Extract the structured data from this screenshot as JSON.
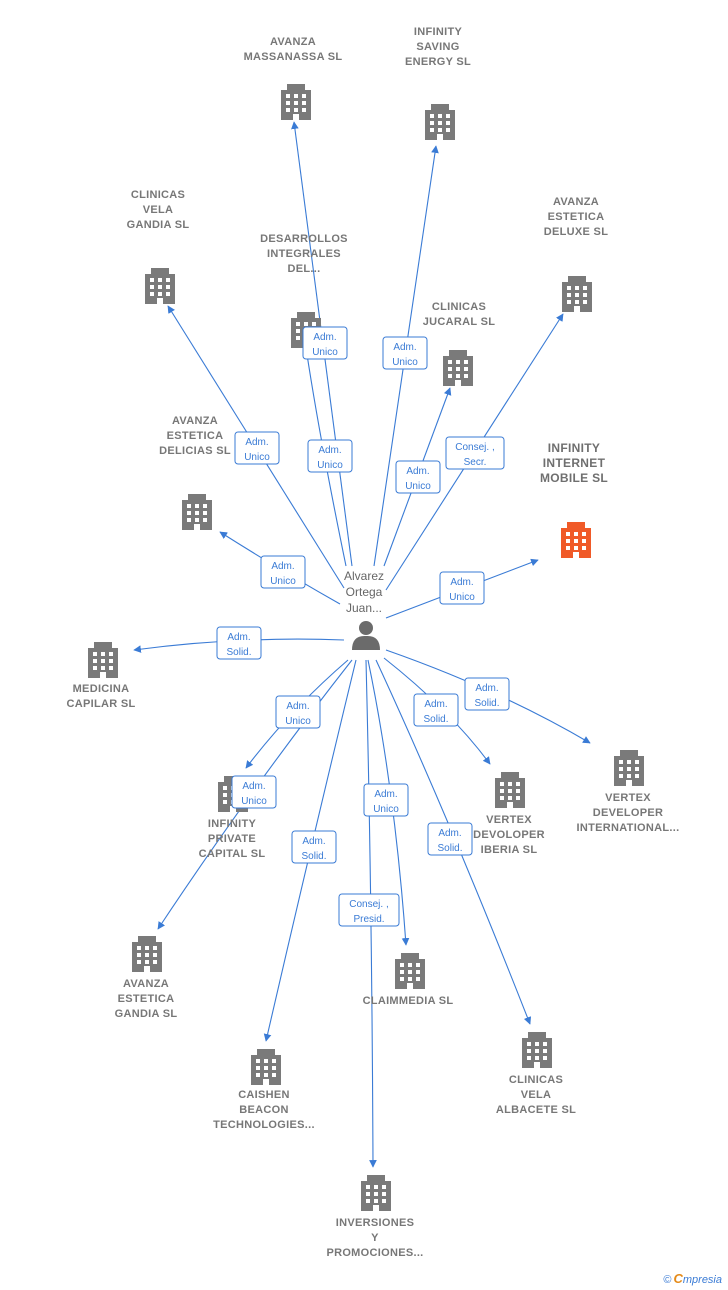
{
  "center": {
    "name_lines": [
      "Alvarez",
      "Ortega",
      "Juan..."
    ]
  },
  "colors": {
    "edge": "#3a7bd5",
    "company": "#7a7a7a",
    "highlight": "#f05a28",
    "person": "#6b6b6b"
  },
  "nodes": [
    {
      "id": "avanza-massanassa",
      "lines": [
        "AVANZA",
        "MASSANASSA SL"
      ],
      "highlight": false
    },
    {
      "id": "infinity-saving",
      "lines": [
        "INFINITY",
        "SAVING",
        "ENERGY SL"
      ],
      "highlight": false
    },
    {
      "id": "clinicas-vela-gandia",
      "lines": [
        "CLINICAS",
        "VELA",
        "GANDIA SL"
      ],
      "highlight": false
    },
    {
      "id": "desarrollos",
      "lines": [
        "DESARROLLOS",
        "INTEGRALES",
        "DEL..."
      ],
      "highlight": false
    },
    {
      "id": "avanza-deluxe",
      "lines": [
        "AVANZA",
        "ESTETICA",
        "DELUXE SL"
      ],
      "highlight": false
    },
    {
      "id": "clinicas-jucaral",
      "lines": [
        "CLINICAS",
        "JUCARAL SL"
      ],
      "highlight": false
    },
    {
      "id": "avanza-delicias",
      "lines": [
        "AVANZA",
        "ESTETICA",
        "DELICIAS SL"
      ],
      "highlight": false
    },
    {
      "id": "infinity-internet",
      "lines": [
        "INFINITY",
        "INTERNET",
        "MOBILE SL"
      ],
      "highlight": true
    },
    {
      "id": "medicina-capilar",
      "lines": [
        "MEDICINA",
        "CAPILAR SL"
      ],
      "highlight": false
    },
    {
      "id": "vertex-international",
      "lines": [
        "VERTEX",
        "DEVELOPER",
        "INTERNATIONAL..."
      ],
      "highlight": false
    },
    {
      "id": "infinity-private",
      "lines": [
        "INFINITY",
        "PRIVATE",
        "CAPITAL SL"
      ],
      "highlight": false
    },
    {
      "id": "vertex-iberia",
      "lines": [
        "VERTEX",
        "DEVOLOPER",
        "IBERIA SL"
      ],
      "highlight": false
    },
    {
      "id": "avanza-gandia",
      "lines": [
        "AVANZA",
        "ESTETICA",
        "GANDIA SL"
      ],
      "highlight": false
    },
    {
      "id": "claimmedia",
      "lines": [
        "CLAIMMEDIA SL"
      ],
      "highlight": false
    },
    {
      "id": "clinicas-albacete",
      "lines": [
        "CLINICAS",
        "VELA",
        "ALBACETE SL"
      ],
      "highlight": false
    },
    {
      "id": "caishen",
      "lines": [
        "CAISHEN",
        "BEACON",
        "TECHNOLOGIES..."
      ],
      "highlight": false
    },
    {
      "id": "inversiones",
      "lines": [
        "INVERSIONES",
        "Y",
        "PROMOCIONES..."
      ],
      "highlight": false
    }
  ],
  "edges": [
    {
      "to": "avanza-massanassa",
      "role": [
        "Adm.",
        "Unico"
      ]
    },
    {
      "to": "infinity-saving",
      "role": [
        "Adm.",
        "Unico"
      ]
    },
    {
      "to": "clinicas-vela-gandia",
      "role": [
        "Adm.",
        "Unico"
      ]
    },
    {
      "to": "desarrollos",
      "role": [
        "Adm.",
        "Unico"
      ]
    },
    {
      "to": "avanza-deluxe",
      "role": [
        "Consej. ,",
        "Secr."
      ]
    },
    {
      "to": "clinicas-jucaral",
      "role": [
        "Adm.",
        "Unico"
      ]
    },
    {
      "to": "avanza-delicias",
      "role": [
        "Adm.",
        "Unico"
      ]
    },
    {
      "to": "infinity-internet",
      "role": [
        "Adm.",
        "Unico"
      ]
    },
    {
      "to": "medicina-capilar",
      "role": [
        "Adm.",
        "Solid."
      ]
    },
    {
      "to": "vertex-international",
      "role": [
        "Adm.",
        "Solid."
      ]
    },
    {
      "to": "infinity-private",
      "role": [
        "Adm.",
        "Unico"
      ]
    },
    {
      "to": "vertex-iberia",
      "role": [
        "Adm.",
        "Solid."
      ]
    },
    {
      "to": "avanza-gandia",
      "role": [
        "Adm.",
        "Unico"
      ]
    },
    {
      "to": "claimmedia",
      "role": [
        "Adm.",
        "Unico"
      ]
    },
    {
      "to": "clinicas-albacete",
      "role": [
        "Adm.",
        "Solid."
      ]
    },
    {
      "to": "caishen",
      "role": [
        "Adm.",
        "Solid."
      ]
    },
    {
      "to": "inversiones",
      "role": [
        "Consej. ,",
        "Presid."
      ]
    }
  ],
  "brand": {
    "copyright": "©",
    "initial": "C",
    "rest": "mpresia"
  }
}
